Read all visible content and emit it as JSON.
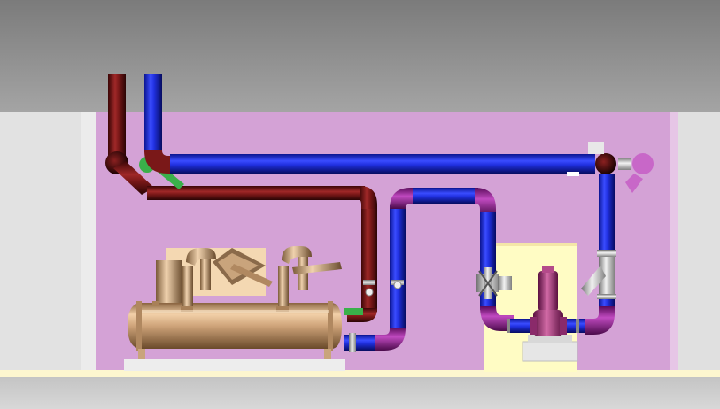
{
  "scene": {
    "kind": "chiller-plant-piping-3d-view",
    "colors": {
      "sky_top": "#7d7d7d",
      "sky_bottom": "#a2a2a2",
      "room_wall": "#d4a2d6",
      "side_wall": "#e1e1e1",
      "floor": "#fdf6cf",
      "floor_shadow": "#c8c8c8",
      "supply_pipe": "#1c2cd2",
      "return_pipe": "#7a1818",
      "connector_pipe": "#9a2a9a",
      "chiller_shell": "#caa27a",
      "pump_body": "#a2307a",
      "pump_bay": "#fffcc4",
      "valve_steel": "#c8c8c8",
      "accent_green": "#3ab04a",
      "vent_pink": "#c867c8"
    },
    "equipment": [
      {
        "name": "chiller-unit",
        "icon": "chiller-icon"
      },
      {
        "name": "circulation-pump",
        "icon": "pump-icon"
      },
      {
        "name": "y-strainer",
        "icon": "strainer-icon"
      },
      {
        "name": "butterfly-valve",
        "icon": "valve-icon"
      },
      {
        "name": "expansion-vent",
        "icon": "vent-icon"
      }
    ],
    "pipes": [
      {
        "name": "chilled-water-supply",
        "color_key": "supply_pipe"
      },
      {
        "name": "chilled-water-return",
        "color_key": "return_pipe"
      }
    ]
  }
}
